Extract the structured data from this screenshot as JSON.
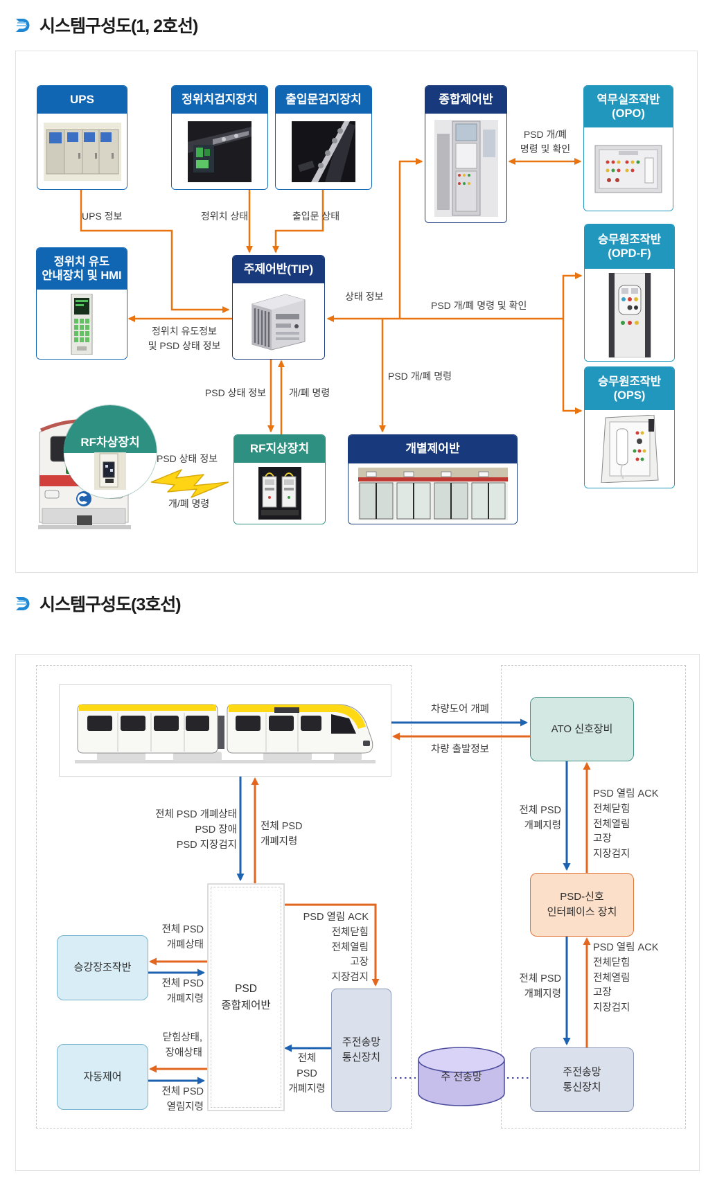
{
  "sections": [
    {
      "title": "시스템구성도(1, 2호선)"
    },
    {
      "title": "시스템구성도(3호선)"
    }
  ],
  "colors": {
    "header_blue": "#1166b4",
    "header_navy": "#183a7c",
    "header_cyan": "#2197be",
    "header_teal": "#2e9080",
    "arrow_orange": "#e8730f",
    "arrow_blue": "#1d62b0",
    "ato_fill": "#d3e8e3",
    "interface_fill": "#fbdfc9",
    "comm_fill": "#dae0ec",
    "panel_fill": "#d8edf5",
    "network_fill": "#c6bfeb",
    "lightning_yellow": "#ffd414"
  },
  "d1": {
    "boxes": {
      "ups": "UPS",
      "pos": "정위치검지장치",
      "door": "출입문검지장치",
      "main": "종합제어반",
      "opo": "역무실조작반\n(OPO)",
      "hmi": "정위치 유도\n안내장치 및 HMI",
      "tip": "주제어반(TIP)",
      "opdf": "승무원조작반\n(OPD-F)",
      "ops": "승무원조작반\n(OPS)",
      "rf_ground": "RF지상장치",
      "rf_onboard": "RF차상장치",
      "individual": "개별제어반"
    },
    "labels": {
      "ups_info": "UPS 정보",
      "pos_status": "정위치 상태",
      "door_status": "출입문 상태",
      "cmd_confirm2": "PSD 개/폐\n명령 및 확인",
      "status_info": "상태 정보",
      "cmd_confirm1": "PSD 개/폐 명령 및 확인",
      "guide_info": "정위치 유도정보\n및 PSD 상태 정보",
      "psd_status": "PSD 상태 정보",
      "oc_cmd": "개/폐 명령",
      "psd_oc_cmd": "PSD 개/폐 명령",
      "rf_status": "PSD 상태 정보",
      "rf_cmd": "개/폐 명령"
    }
  },
  "d2": {
    "boxes": {
      "ato": "ATO 신호장비",
      "psd_if": "PSD-신호\n인터페이스 장치",
      "psd_main": "PSD\n종합제어반",
      "platform": "승강장조작반",
      "auto": "자동제어",
      "comm_l": "주전송망\n통신장치",
      "comm_r": "주전송망\n통신장치",
      "network": "주 전송망"
    },
    "labels": {
      "door_oc": "차량도어 개폐",
      "departure": "차량 출발정보",
      "all_cmd": "전체 PSD\n개폐지령",
      "ack": "PSD 열림 ACK\n전체닫힘\n전체열림\n고장\n지장검지",
      "all_state3": "전체 PSD 개폐상태\nPSD 장애\nPSD 지장검지",
      "all_state2": "전체 PSD\n개폐상태",
      "closed": "닫힘상태,\n장애상태",
      "open_cmd": "전체 PSD\n열림지령",
      "all_cmd_v": "전체\nPSD\n개폐지령"
    }
  }
}
